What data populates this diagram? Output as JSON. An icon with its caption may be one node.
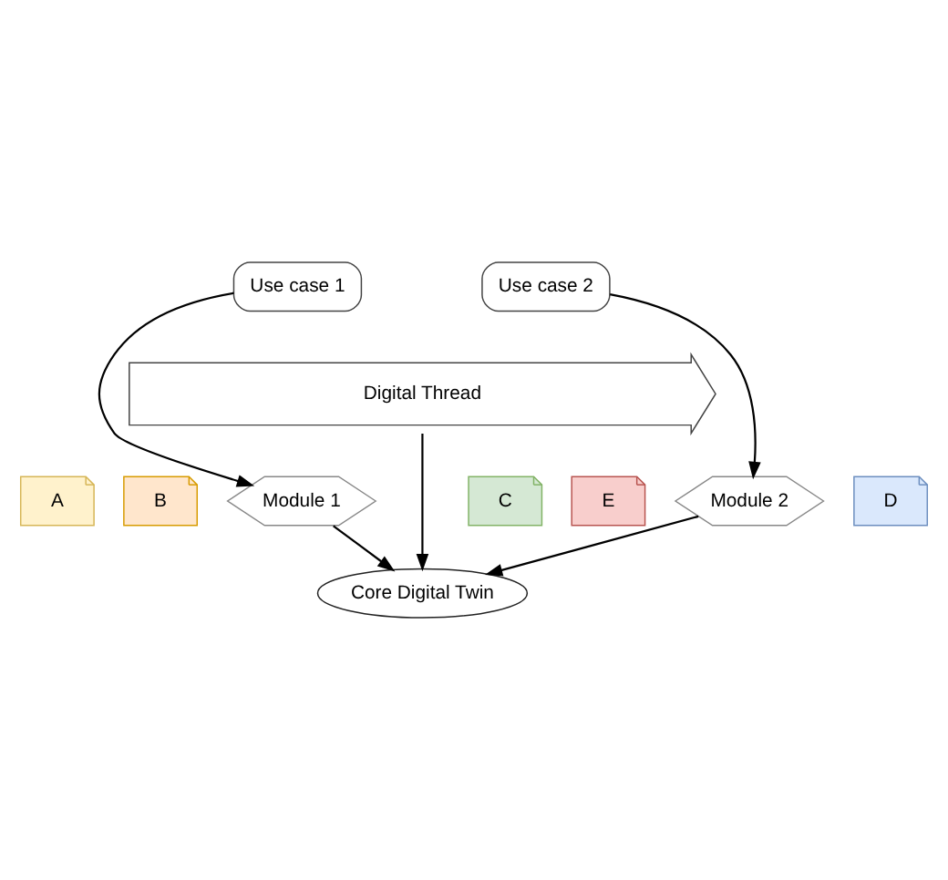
{
  "diagram": {
    "nodes": [
      {
        "text": [
          "Use case 1"
        ]
      },
      {
        "text": [
          "Use case 2"
        ]
      },
      {
        "text": [
          "Digital Thread"
        ]
      },
      {
        "text": [
          "A"
        ]
      },
      {
        "text": [
          "B"
        ]
      },
      {
        "text": [
          "C"
        ]
      },
      {
        "text": [
          "E"
        ]
      },
      {
        "text": [
          "D"
        ]
      },
      {
        "text": [
          "Module 1"
        ]
      },
      {
        "text": [
          "Module 2"
        ]
      },
      {
        "text": [
          "Core Digital Twin"
        ]
      }
    ],
    "edges": [
      {
        "from": 0,
        "to": 8,
        "arrow": "to"
      },
      {
        "from": 1,
        "to": 9,
        "arrow": "to"
      },
      {
        "from": 2,
        "to": 10,
        "arrow": "to"
      },
      {
        "from": 8,
        "to": 10,
        "arrow": "to"
      },
      {
        "from": 9,
        "to": 10,
        "arrow": "to"
      }
    ]
  }
}
